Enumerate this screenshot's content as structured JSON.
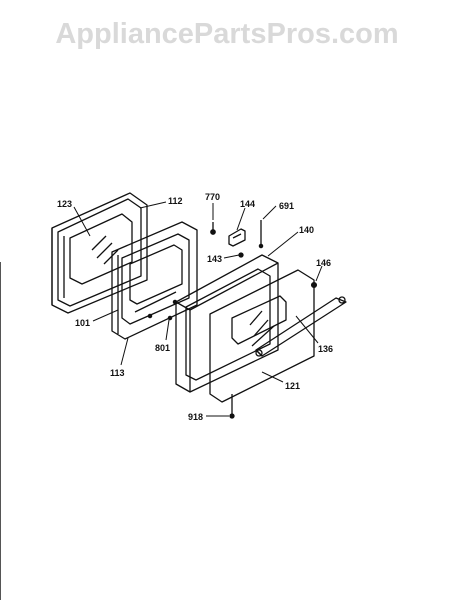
{
  "watermark": "AppliancePartsPros.com",
  "colors": {
    "ink": "#111111",
    "watermark": "#d9d9d9",
    "background": "#ffffff"
  },
  "parts": {
    "p123": "123",
    "p112": "112",
    "p770": "770",
    "p144": "144",
    "p691": "691",
    "p140": "140",
    "p143": "143",
    "p146": "146",
    "p101": "101",
    "p801": "801",
    "p113": "113",
    "p136": "136",
    "p121": "121",
    "p918": "918"
  }
}
